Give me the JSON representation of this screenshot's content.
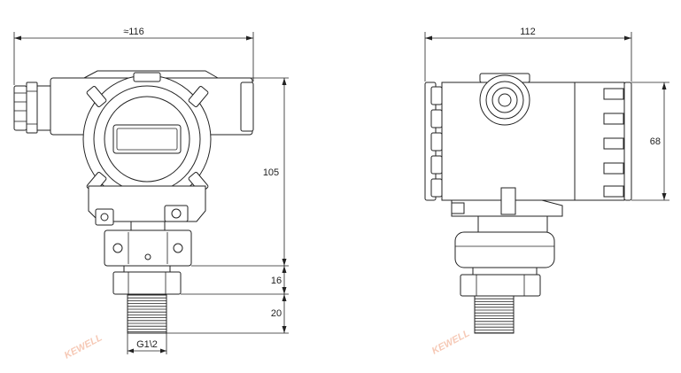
{
  "diagram": {
    "front_view": {
      "width_label": "≈116",
      "height_label": "105",
      "fitting_label": "16",
      "thread_length_label": "20",
      "thread_label": "G1\\2"
    },
    "side_view": {
      "width_label": "112",
      "height_label": "68"
    },
    "watermark": {
      "brand": "KEWELL"
    }
  }
}
